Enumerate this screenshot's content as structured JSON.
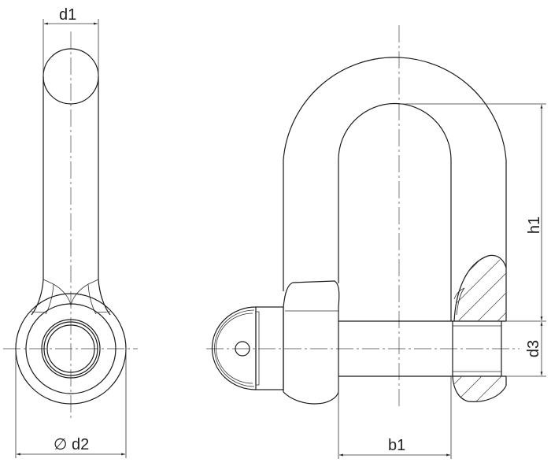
{
  "drawing": {
    "subject": "D-shackle technical drawing",
    "views": [
      "side-view",
      "front-view"
    ],
    "line_color": "#1a1a1a",
    "background": "#ffffff"
  },
  "dimensions": {
    "d1": "d1",
    "d2": "d2",
    "d2_prefix": "∅",
    "d3": "d3",
    "h1": "h1",
    "b1": "b1"
  }
}
